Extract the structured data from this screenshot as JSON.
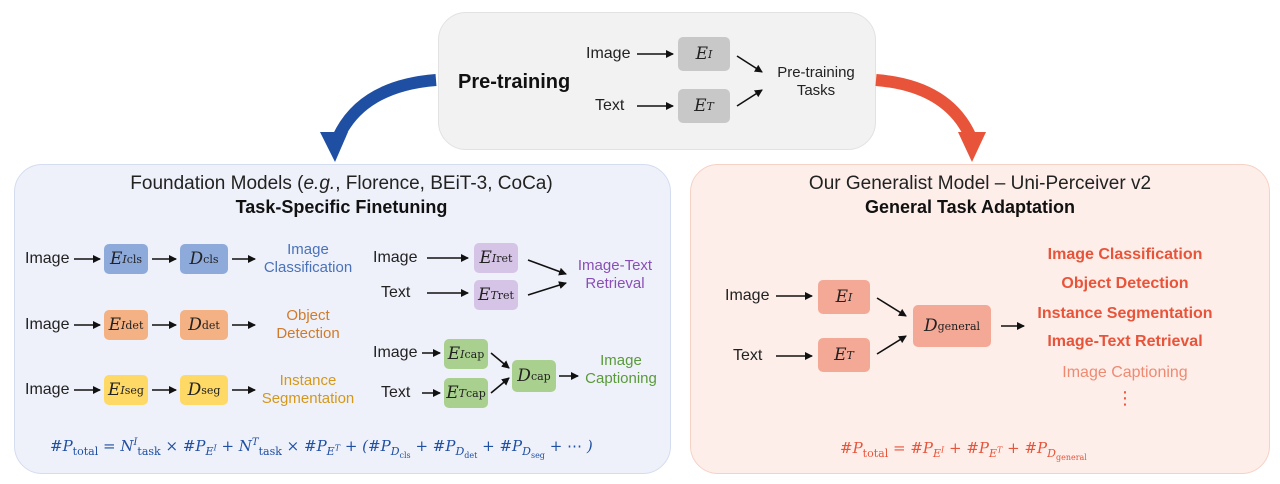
{
  "pretrain": {
    "title": "Pre-training",
    "input_image": "Image",
    "input_text": "Text",
    "tasks_line1": "Pre-training",
    "tasks_line2": "Tasks"
  },
  "left": {
    "title_prefix": "Foundation Models (",
    "title_eg": "e.g.",
    "title_suffix": ", Florence, BEiT-3, CoCa)",
    "subtitle": "Task-Specific Finetuning",
    "rows": [
      {
        "input": "Image",
        "label_line1": "Image",
        "label_line2": "Classification",
        "color": "#4a72b8"
      },
      {
        "input": "Image",
        "label_line1": "Object",
        "label_line2": "Detection",
        "color": "#d07a2a"
      },
      {
        "input": "Image",
        "label_line1": "Instance",
        "label_line2": "Segmentation",
        "color": "#d4981a"
      }
    ],
    "retrieval": {
      "input_image": "Image",
      "input_text": "Text",
      "label_line1": "Image-Text",
      "label_line2": "Retrieval",
      "color": "#8a4fb5"
    },
    "captioning": {
      "input_image": "Image",
      "input_text": "Text",
      "label_line1": "Image",
      "label_line2": "Captioning",
      "color": "#5a9a3a"
    }
  },
  "right": {
    "title": "Our Generalist Model – Uni-Perceiver v2",
    "subtitle": "General Task Adaptation",
    "input_image": "Image",
    "input_text": "Text",
    "outputs": [
      "Image Classification",
      "Object Detection",
      "Instance Segmentation",
      "Image-Text Retrieval"
    ],
    "output_light": "Image Captioning",
    "ellipsis": "⋮"
  },
  "colors": {
    "left_formula": "#1f4fa3",
    "right_formula": "#e8543a",
    "arrow_left": "#1f4fa3",
    "arrow_right": "#e8543a"
  }
}
